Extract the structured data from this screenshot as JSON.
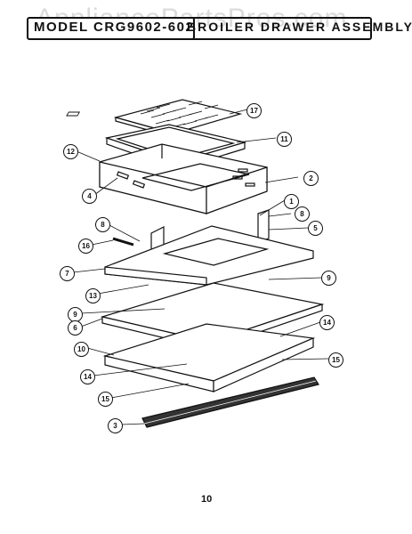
{
  "watermark": "AppliancePartsPros.com",
  "header": {
    "model": "MODEL CRG9602-602",
    "title": "BROILER DRAWER ASSEMBLY"
  },
  "page_number": "10",
  "callouts": {
    "c17": "17",
    "c11": "11",
    "c12": "12",
    "c2": "2",
    "c4": "4",
    "c1": "1",
    "c8a": "8",
    "c8b": "8",
    "c5": "5",
    "c16": "16",
    "c7": "7",
    "c9a": "9",
    "c13": "13",
    "c9b": "9",
    "c6": "6",
    "c14a": "14",
    "c10": "10",
    "c15a": "15",
    "c14b": "14",
    "c15b": "15",
    "c3": "3"
  }
}
